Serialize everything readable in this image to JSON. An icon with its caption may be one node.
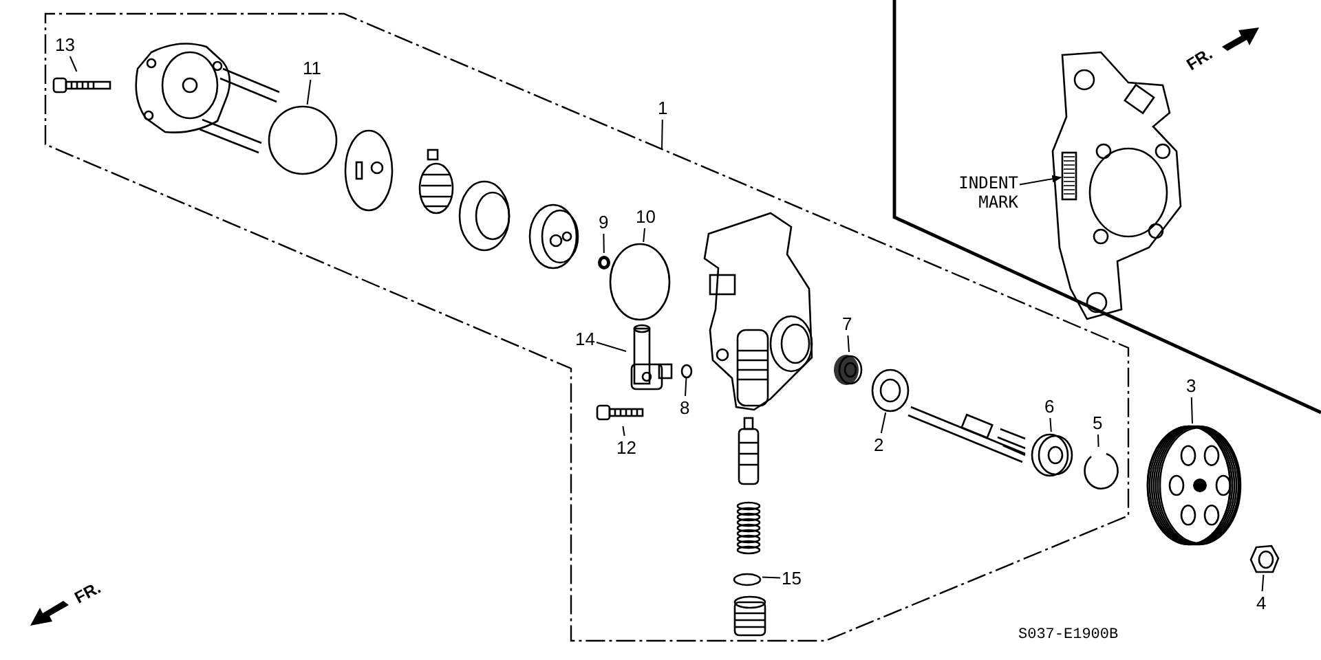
{
  "diagram": {
    "nodes": [
      {
        "text": [
          "13"
        ]
      },
      {
        "text": [],
        "shape": "picture"
      },
      {
        "text": [
          "11"
        ]
      },
      {
        "text": [],
        "shape": "circle"
      },
      {
        "text": [
          "1"
        ]
      },
      {
        "text": [
          "9"
        ]
      },
      {
        "text": [],
        "shape": "picture"
      },
      {
        "text": [
          "10"
        ]
      },
      {
        "text": [],
        "shape": "circle"
      },
      {
        "text": [
          "14"
        ]
      },
      {
        "text": [],
        "shape": "picture"
      },
      {
        "text": [
          "8"
        ]
      },
      {
        "text": [],
        "shape": "circle"
      },
      {
        "text": [
          "12"
        ]
      },
      {
        "text": [],
        "shape": "picture"
      },
      {
        "text": [
          "7"
        ]
      },
      {
        "text": [],
        "shape": "picture"
      },
      {
        "text": [
          "2"
        ]
      },
      {
        "text": [],
        "shape": "picture"
      },
      {
        "text": [
          "6"
        ]
      },
      {
        "text": [],
        "shape": "picture"
      },
      {
        "text": [
          "5"
        ]
      },
      {
        "text": [],
        "shape": "picture"
      },
      {
        "text": [
          "3"
        ]
      },
      {
        "text": [],
        "shape": "picture"
      },
      {
        "text": [
          "4"
        ]
      },
      {
        "text": [],
        "shape": "picture"
      },
      {
        "text": [
          "15"
        ]
      },
      {
        "text": [],
        "shape": "circle"
      },
      {
        "text": [
          "INDENT MARK"
        ]
      },
      {
        "text": [],
        "shape": "picture"
      }
    ],
    "edges": [
      {
        "from": 0,
        "to": 1,
        "arrow": "none"
      },
      {
        "from": 2,
        "to": 3,
        "arrow": "none"
      },
      {
        "from": 4,
        "to": null,
        "arrow": "none"
      },
      {
        "from": 5,
        "to": 6,
        "arrow": "none"
      },
      {
        "from": 7,
        "to": 8,
        "arrow": "none"
      },
      {
        "from": 9,
        "to": 10,
        "arrow": "none"
      },
      {
        "from": 11,
        "to": 12,
        "arrow": "none"
      },
      {
        "from": 13,
        "to": 14,
        "arrow": "none"
      },
      {
        "from": 15,
        "to": 16,
        "arrow": "none"
      },
      {
        "from": 17,
        "to": 18,
        "arrow": "none"
      },
      {
        "from": 19,
        "to": 20,
        "arrow": "none"
      },
      {
        "from": 21,
        "to": 22,
        "arrow": "none"
      },
      {
        "from": 23,
        "to": 24,
        "arrow": "none"
      },
      {
        "from": 25,
        "to": 26,
        "arrow": "none"
      },
      {
        "from": 27,
        "to": 28,
        "arrow": "none"
      },
      {
        "from": 29,
        "to": 30,
        "arrow": "to"
      }
    ],
    "labels": [
      "FR.",
      "FR.",
      "S037-E1900B"
    ]
  }
}
